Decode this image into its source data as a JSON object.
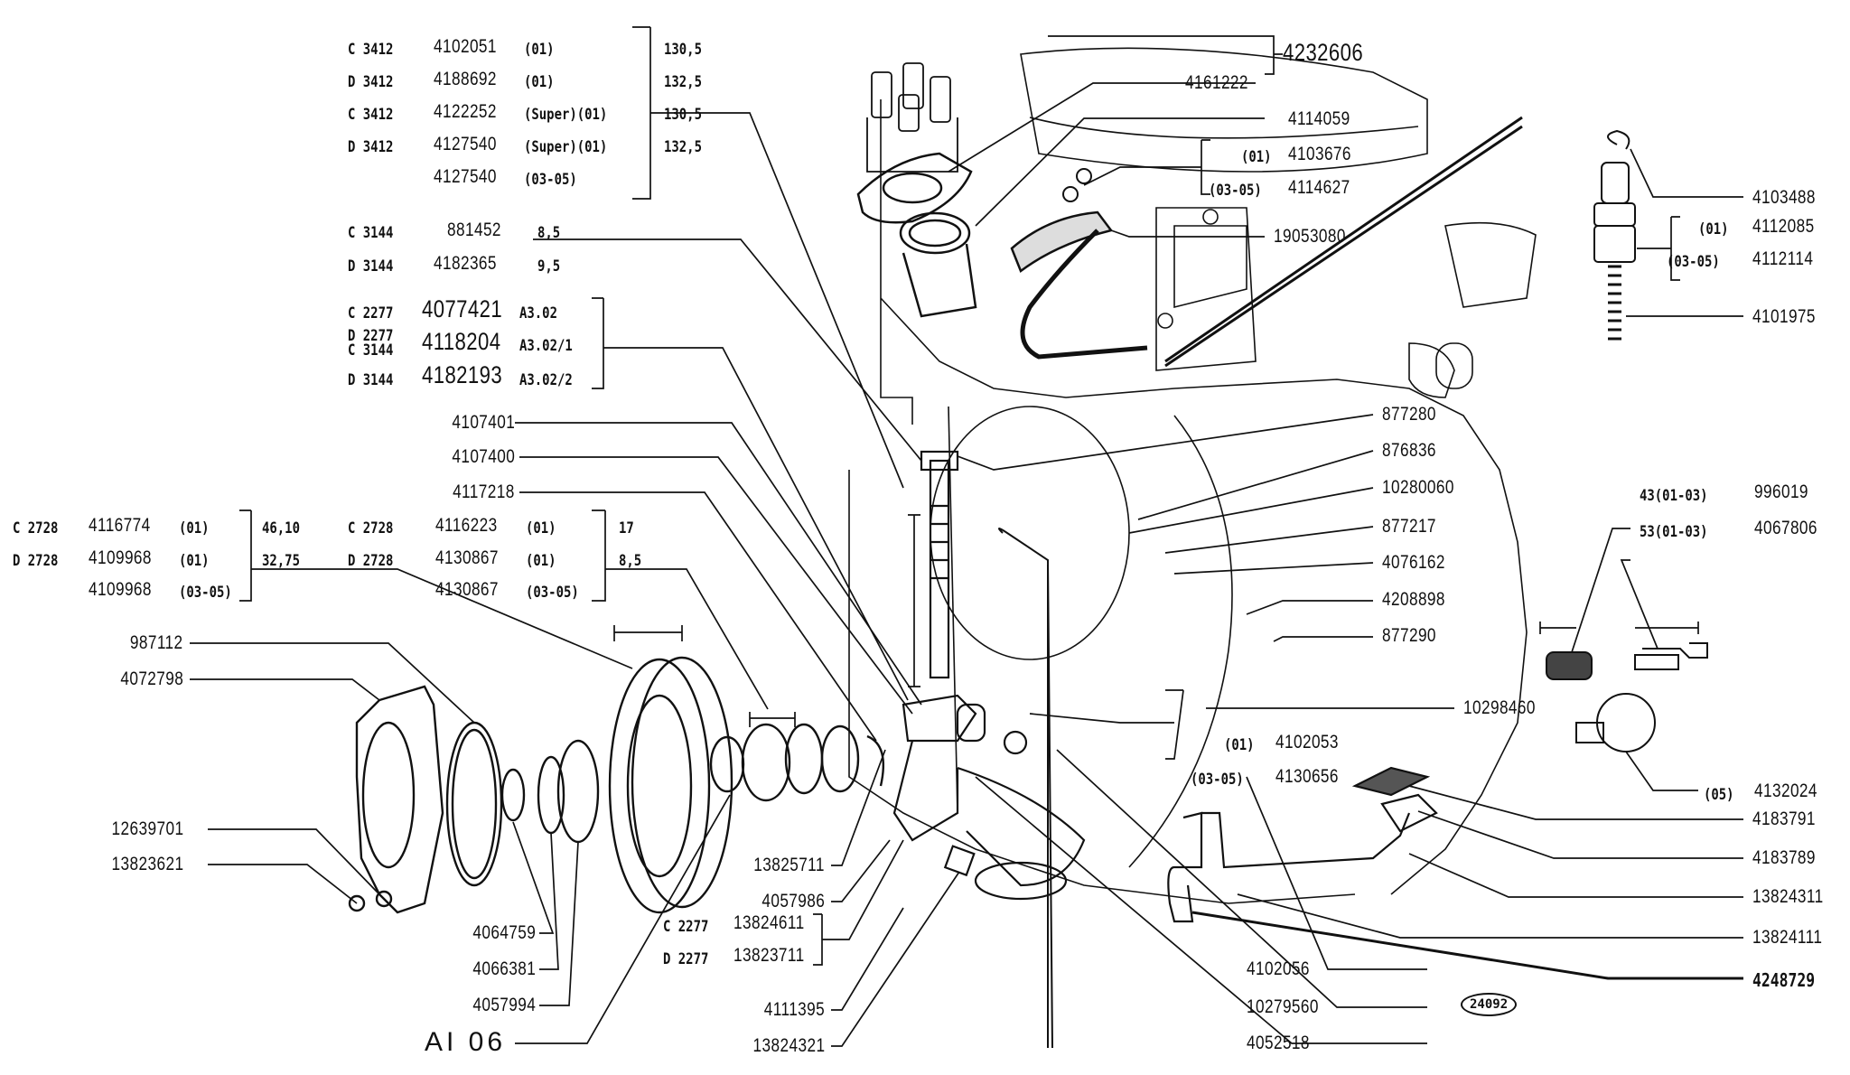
{
  "figure": {
    "id": "AI 06",
    "ref_badge": "24092",
    "colors": {
      "ink": "#111111",
      "paper": "#ffffff"
    }
  },
  "groups": {
    "pump_shaft": {
      "rows": [
        {
          "variant": "C 3412",
          "part": "4102051",
          "note": "(01)"
        },
        {
          "variant": "D 3412",
          "part": "4188692",
          "note": "(01)"
        },
        {
          "variant": "C 3412",
          "part": "4122252",
          "note": "(Super)(01)"
        },
        {
          "variant": "D 3412",
          "part": "4127540",
          "note": "(Super)(01)"
        },
        {
          "variant": "",
          "part": "4127540",
          "note": "(03-05)"
        }
      ],
      "dims": [
        "130,5",
        "132,5",
        "130,5",
        "132,5"
      ]
    },
    "gear_a": {
      "rows": [
        {
          "variant": "C 3144",
          "part": "881452",
          "dim": "8,5"
        },
        {
          "variant": "D 3144",
          "part": "4182365",
          "dim": "9,5"
        }
      ]
    },
    "gear_b": {
      "rows": [
        {
          "variant": "C 2277",
          "part": "4077421",
          "note": "A3.02"
        },
        {
          "variant": "D 2277\nC 3144",
          "part": "4118204",
          "note": "A3.02/1"
        },
        {
          "variant": "D 3144",
          "part": "4182193",
          "note": "A3.02/2"
        }
      ]
    },
    "seal_left": {
      "rows": [
        {
          "variant": "C 2728",
          "part": "4116774",
          "note": "(01)"
        },
        {
          "variant": "D 2728",
          "part": "4109968",
          "note": "(01)"
        },
        {
          "variant": "",
          "part": "4109968",
          "note": "(03-05)"
        }
      ],
      "dims": [
        "46,10",
        "32,75"
      ]
    },
    "seal_right": {
      "rows": [
        {
          "variant": "C 2728",
          "part": "4116223",
          "note": "(01)"
        },
        {
          "variant": "D 2728",
          "part": "4130867",
          "note": "(01)"
        },
        {
          "variant": "",
          "part": "4130867",
          "note": "(03-05)"
        }
      ],
      "dims": [
        "17",
        "8,5"
      ]
    },
    "gasket_2277": {
      "rows": [
        {
          "variant": "C 2277",
          "part": "13824611"
        },
        {
          "variant": "D 2277",
          "part": "13823711"
        }
      ]
    },
    "top_cap": {
      "parent": "4232606",
      "child": "4161222"
    },
    "breather": {
      "rows": [
        {
          "note": "(01)",
          "part": "4103676"
        },
        {
          "note": "(03-05)",
          "part": "4114627"
        }
      ]
    },
    "sender_right": {
      "rows": [
        {
          "note": "(01)",
          "part": "4112085"
        },
        {
          "note": "(03-05)",
          "part": "4112114"
        }
      ]
    },
    "plug_bottom": {
      "rows": [
        {
          "note": "(01)",
          "part": "4102053"
        },
        {
          "note": "(03-05)",
          "part": "4130656"
        }
      ]
    },
    "switches": [
      {
        "note": "43(01-03)",
        "part": "996019"
      },
      {
        "note": "53(01-03)",
        "part": "4067806"
      },
      {
        "note": "(05)",
        "part": "4132024"
      }
    ]
  },
  "labels": {
    "l4114059": "4114059",
    "l19053080": "19053080",
    "l4103488": "4103488",
    "l4101975": "4101975",
    "l877280": "877280",
    "l876836": "876836",
    "l10280060": "10280060",
    "l877217": "877217",
    "l4076162": "4076162",
    "l4208898": "4208898",
    "l877290": "877290",
    "l10298460": "10298460",
    "l4107401": "4107401",
    "l4107400": "4107400",
    "l4117218": "4117218",
    "l987112": "987112",
    "l4072798": "4072798",
    "l12639701": "12639701",
    "l13823621": "13823621",
    "l4064759": "4064759",
    "l4066381": "4066381",
    "l4057994": "4057994",
    "l13825711": "13825711",
    "l4057986": "4057986",
    "l4111395": "4111395",
    "l13824321": "13824321",
    "l4102056": "4102056",
    "l10279560": "10279560",
    "l4052518": "4052518",
    "l4183791": "4183791",
    "l4183789": "4183789",
    "l13824311": "13824311",
    "l13824111": "13824111",
    "l4248729": "4248729"
  }
}
